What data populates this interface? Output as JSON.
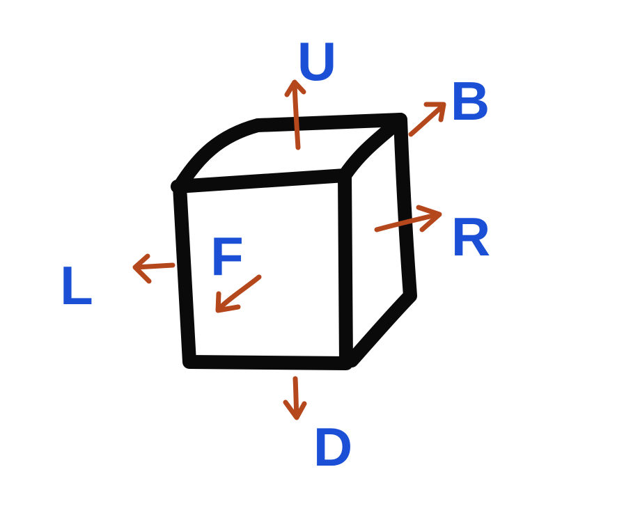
{
  "colors": {
    "cube_stroke": "#0a0a0a",
    "arrow": "#b5471c",
    "label": "#1a4fd6",
    "background": "#ffffff"
  },
  "faces": {
    "up": "U",
    "back": "B",
    "right": "R",
    "front": "F",
    "left": "L",
    "down": "D"
  }
}
